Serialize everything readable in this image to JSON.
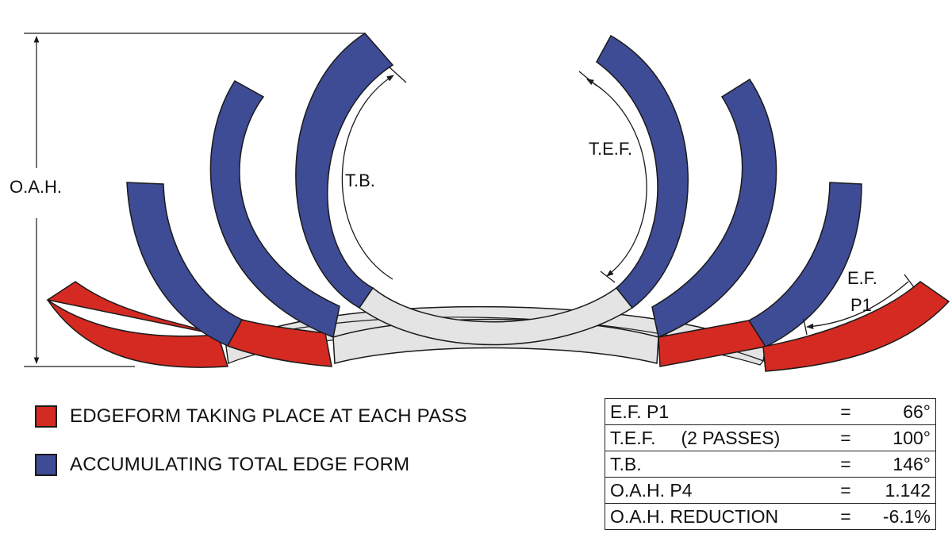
{
  "diagram": {
    "labels": {
      "oah": "O.A.H.",
      "tb": "T.B.",
      "tef": "T.E.F.",
      "ef_line1": "E.F.",
      "ef_line2": "P1"
    },
    "colors": {
      "edgeform": "#d42a22",
      "accumulating": "#3e4b95",
      "flat_strip": "#e4e4e4",
      "outline": "#1a1a1a"
    }
  },
  "legend": {
    "items": [
      {
        "color": "#d42a22",
        "label": "EDGEFORM TAKING PLACE AT EACH PASS"
      },
      {
        "color": "#3e4b95",
        "label": "ACCUMULATING TOTAL EDGE FORM"
      }
    ]
  },
  "table": {
    "rows": [
      {
        "param": "E.F. P1",
        "eq": "=",
        "value": "66°"
      },
      {
        "param": "T.E.F.     (2 PASSES)",
        "eq": "=",
        "value": "100°"
      },
      {
        "param": "T.B.",
        "eq": "=",
        "value": "146°"
      },
      {
        "param": "O.A.H. P4",
        "eq": "=",
        "value": "1.142"
      },
      {
        "param": "O.A.H. REDUCTION",
        "eq": "=",
        "value": "-6.1%"
      }
    ]
  }
}
